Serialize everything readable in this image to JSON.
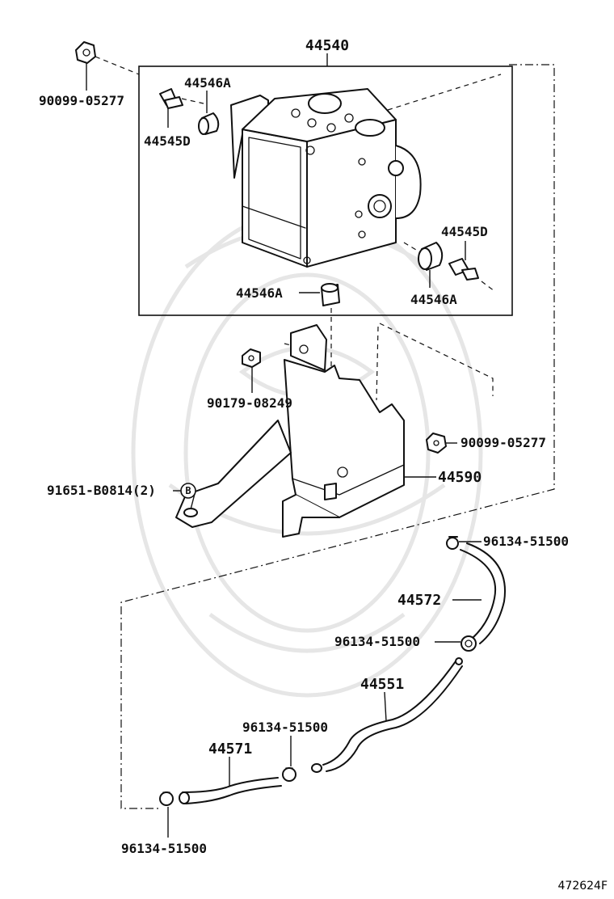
{
  "diagram": {
    "labels": {
      "abs_actuator_assy": "44540",
      "cushion_top": "44546A",
      "collar_bolt_top": "44545D",
      "nut_top": "90099-05277",
      "collar_bolt_right": "44545D",
      "cushion_right": "44546A",
      "cushion_bottom": "44546A",
      "bracket_nut": "90179-08249",
      "bracket": "44590",
      "bracket_nut_right": "90099-05277",
      "bracket_bolt": "91651-B0814(2)",
      "bolt_marker": "B",
      "clamp_1": "96134-51500",
      "hose_upper": "44572",
      "clamp_2": "96134-51500",
      "pipe": "44551",
      "clamp_3": "96134-51500",
      "hose_lower": "44571",
      "clamp_4": "96134-51500",
      "illustration_code": "472624F"
    }
  }
}
